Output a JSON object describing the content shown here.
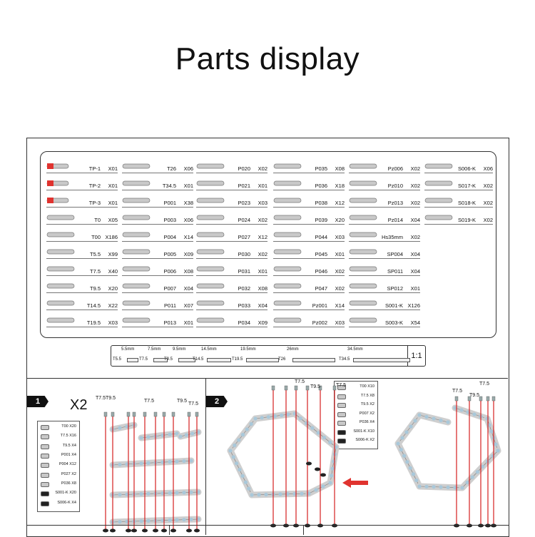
{
  "title": "Parts display",
  "parts": [
    {
      "code": "TP-1",
      "qty": "X01"
    },
    {
      "code": "TP-2",
      "qty": "X01"
    },
    {
      "code": "TP-3",
      "qty": "X01"
    },
    {
      "code": "T0",
      "qty": "X05"
    },
    {
      "code": "T00",
      "qty": "X186"
    },
    {
      "code": "T5.5",
      "qty": "X99"
    },
    {
      "code": "T7.5",
      "qty": "X40"
    },
    {
      "code": "T9.5",
      "qty": "X20"
    },
    {
      "code": "T14.5",
      "qty": "X22"
    },
    {
      "code": "T19.5",
      "qty": "X03"
    },
    {
      "code": "T26",
      "qty": "X06"
    },
    {
      "code": "T34.5",
      "qty": "X01"
    },
    {
      "code": "P001",
      "qty": "X38"
    },
    {
      "code": "P003",
      "qty": "X06"
    },
    {
      "code": "P004",
      "qty": "X14"
    },
    {
      "code": "P005",
      "qty": "X09"
    },
    {
      "code": "P006",
      "qty": "X08"
    },
    {
      "code": "P007",
      "qty": "X04"
    },
    {
      "code": "P011",
      "qty": "X07"
    },
    {
      "code": "P013",
      "qty": "X01"
    },
    {
      "code": "P020",
      "qty": "X02"
    },
    {
      "code": "P021",
      "qty": "X01"
    },
    {
      "code": "P023",
      "qty": "X03"
    },
    {
      "code": "P024",
      "qty": "X02"
    },
    {
      "code": "P027",
      "qty": "X12"
    },
    {
      "code": "P030",
      "qty": "X02"
    },
    {
      "code": "P031",
      "qty": "X01"
    },
    {
      "code": "P032",
      "qty": "X08"
    },
    {
      "code": "P033",
      "qty": "X04"
    },
    {
      "code": "P034",
      "qty": "X09"
    },
    {
      "code": "P035",
      "qty": "X08"
    },
    {
      "code": "P036",
      "qty": "X18"
    },
    {
      "code": "P038",
      "qty": "X12"
    },
    {
      "code": "P039",
      "qty": "X20"
    },
    {
      "code": "P044",
      "qty": "X03"
    },
    {
      "code": "P045",
      "qty": "X01"
    },
    {
      "code": "P046",
      "qty": "X02"
    },
    {
      "code": "P047",
      "qty": "X02"
    },
    {
      "code": "Pz001",
      "qty": "X14"
    },
    {
      "code": "Pz002",
      "qty": "X03"
    },
    {
      "code": "Pz006",
      "qty": "X02"
    },
    {
      "code": "Pz010",
      "qty": "X02"
    },
    {
      "code": "Pz013",
      "qty": "X02"
    },
    {
      "code": "Pz014",
      "qty": "X04"
    },
    {
      "code": "Hs35mm",
      "qty": "X02"
    },
    {
      "code": "SP004",
      "qty": "X04"
    },
    {
      "code": "SP011",
      "qty": "X04"
    },
    {
      "code": "SP012",
      "qty": "X01"
    },
    {
      "code": "S001-K",
      "qty": "X126"
    },
    {
      "code": "S003-K",
      "qty": "X54"
    },
    {
      "code": "S006-K",
      "qty": "X06"
    },
    {
      "code": "S017-K",
      "qty": "X02"
    },
    {
      "code": "S018-K",
      "qty": "X02"
    },
    {
      "code": "S019-K",
      "qty": "X02"
    }
  ],
  "scale": {
    "dims": [
      "5.5mm",
      "7.5mm",
      "9.5mm",
      "14.5mm",
      "19.5mm",
      "26mm",
      "34.5mm"
    ],
    "codes": [
      "T5.5",
      "T7.5",
      "T9.5",
      "T14.5",
      "T19.5",
      "T26",
      "T34.5"
    ],
    "ratio": "1:1"
  },
  "step1": {
    "number": "1",
    "multiplier": "X2",
    "labels_top": [
      "T7.5",
      "T9.5",
      "T7.5",
      "T9.5",
      "T7.5"
    ],
    "legend": [
      "T00 X20",
      "T7.5 X16",
      "T9.5 X4",
      "P001 X4",
      "P004 X12",
      "P027 X2",
      "P036 X8",
      "S001-K X20",
      "S006-K X4"
    ]
  },
  "step2": {
    "number": "2",
    "labels_top_left": [
      "T7.5",
      "T9.5",
      "T7.5"
    ],
    "labels_top_right": [
      "T7.5",
      "T9.5",
      "T7.5"
    ],
    "legend": [
      "T00 X10",
      "T7.5 X8",
      "T9.5 X2",
      "P007 X2",
      "P036 X4",
      "S001-K X10",
      "S006-K X2"
    ]
  },
  "colors": {
    "accent": "#e0332f",
    "rod": "#d62020",
    "hole": "#a9c8da"
  }
}
